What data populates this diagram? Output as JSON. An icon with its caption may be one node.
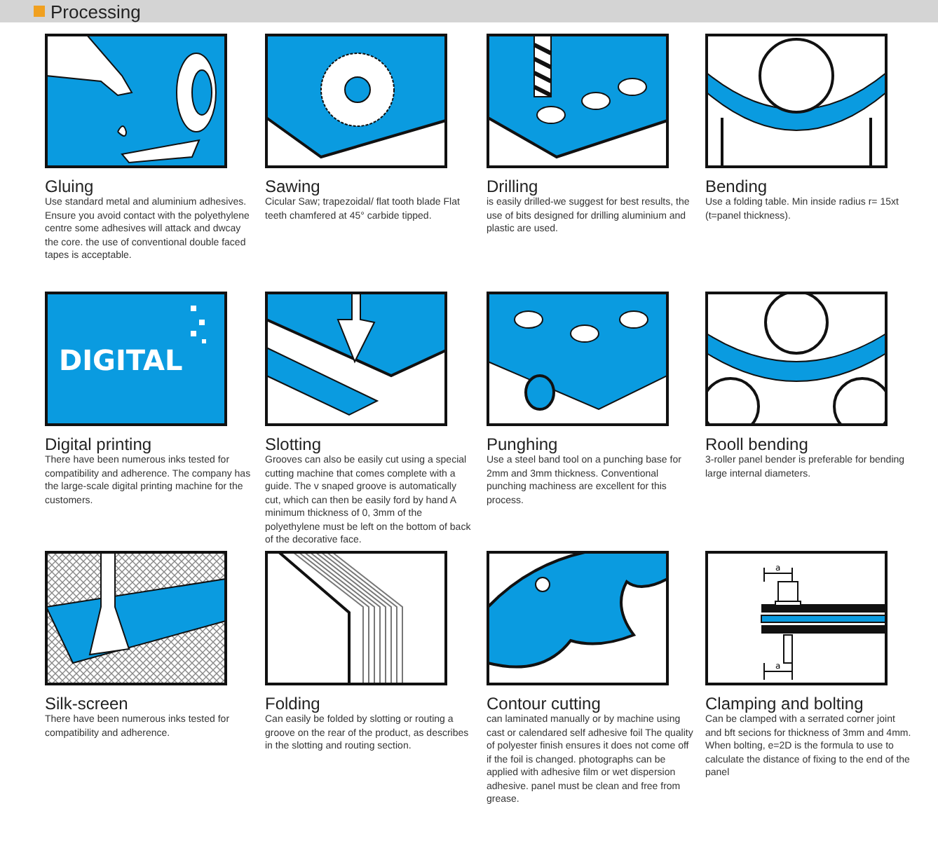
{
  "diagram": {
    "title": "Processing",
    "nodes": [
      {
        "text": [
          "Gluing",
          "Use standard metal and aluminium adhesives. Ensure you avoid contact with the polyethylene centre some adhesives will attack and dwcay the core. the use of conventional double faced tapes is acceptable."
        ]
      },
      {
        "text": [
          "Sawing",
          "Cicular Saw; trapezoidal/ flat tooth blade Flat teeth chamfered at 45° carbide tipped."
        ]
      },
      {
        "text": [
          "Drilling",
          "is easily drilled-we suggest for best results, the use of bits designed for drilling aluminium and plastic are used."
        ]
      },
      {
        "text": [
          "Bending",
          "Use a folding table. Min inside radius r= 15xt (t=panel thickness)."
        ]
      },
      {
        "text": [
          "Digital printing",
          "There have been numerous inks tested for compatibility and adherence. The company has the large-scale digital printing machine for the customers."
        ]
      },
      {
        "text": [
          "Slotting",
          "Grooves can also be easily cut using a special cutting machine that comes complete with a guide. The v snaped groove is automatically cut, which can then be easily ford by hand A minimum thickness of 0, 3mm of the polyethylene must be left on the bottom of back of the decorative face."
        ]
      },
      {
        "text": [
          "Punghing",
          "Use a steel band tool on a punching base for 2mm and 3mm thickness. Conventional punching machiness are excellent for this process."
        ]
      },
      {
        "text": [
          "Rooll bending",
          "3-roller panel bender is preferable for bending large internal diameters."
        ]
      },
      {
        "text": [
          "Silk-screen",
          "There have been numerous inks tested for compatibility and adherence."
        ]
      },
      {
        "text": [
          "Folding",
          "Can easily be folded by slotting or routing a groove on the rear of the product, as describes in the slotting and routing section."
        ]
      },
      {
        "text": [
          "Contour cutting",
          "can laminated manually or by machine using cast or calendared self adhesive foil The quality of polyester finish ensures it does not come off if the foil is changed. photographs can be applied with adhesive film or wet dispersion adhesive. panel must be clean and free from grease."
        ]
      },
      {
        "text": [
          "Clamping and bolting",
          "Can be clamped with a serrated corner joint and bft secions for thickness of 3mm and 4mm.",
          "When bolting, e=2D is the formula to use to calculate the distance of fixing to the end of the panel"
        ]
      }
    ],
    "labels": [
      "DIGITAL",
      "a",
      "a"
    ]
  }
}
